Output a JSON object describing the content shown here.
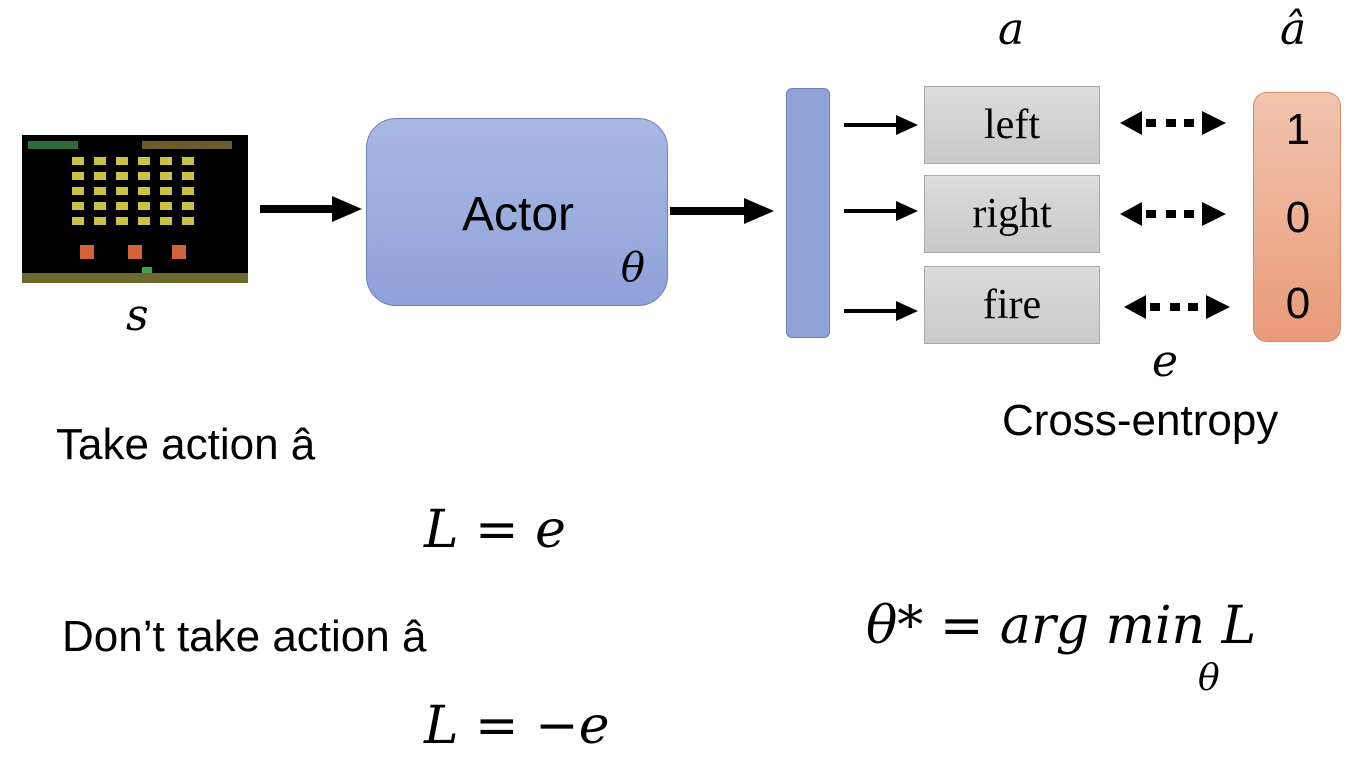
{
  "state_label": "s",
  "actor": {
    "label": "Actor",
    "param": "θ"
  },
  "output_header": "a",
  "target_header": "â",
  "actions": [
    "left",
    "right",
    "fire"
  ],
  "target_values": [
    "1",
    "0",
    "0"
  ],
  "error_label": "e",
  "loss_name": "Cross-entropy",
  "take_action": "Take action â",
  "take_equation": "L = e",
  "dont_take_action": "Don’t take action â",
  "dont_take_equation": "L = −e",
  "optimum_equation": "θ* = arg min L",
  "optimum_subscript": "θ",
  "colors": {
    "actor": "#9aabdd",
    "target": "#eba584",
    "action_box": "#d3d3d3"
  }
}
